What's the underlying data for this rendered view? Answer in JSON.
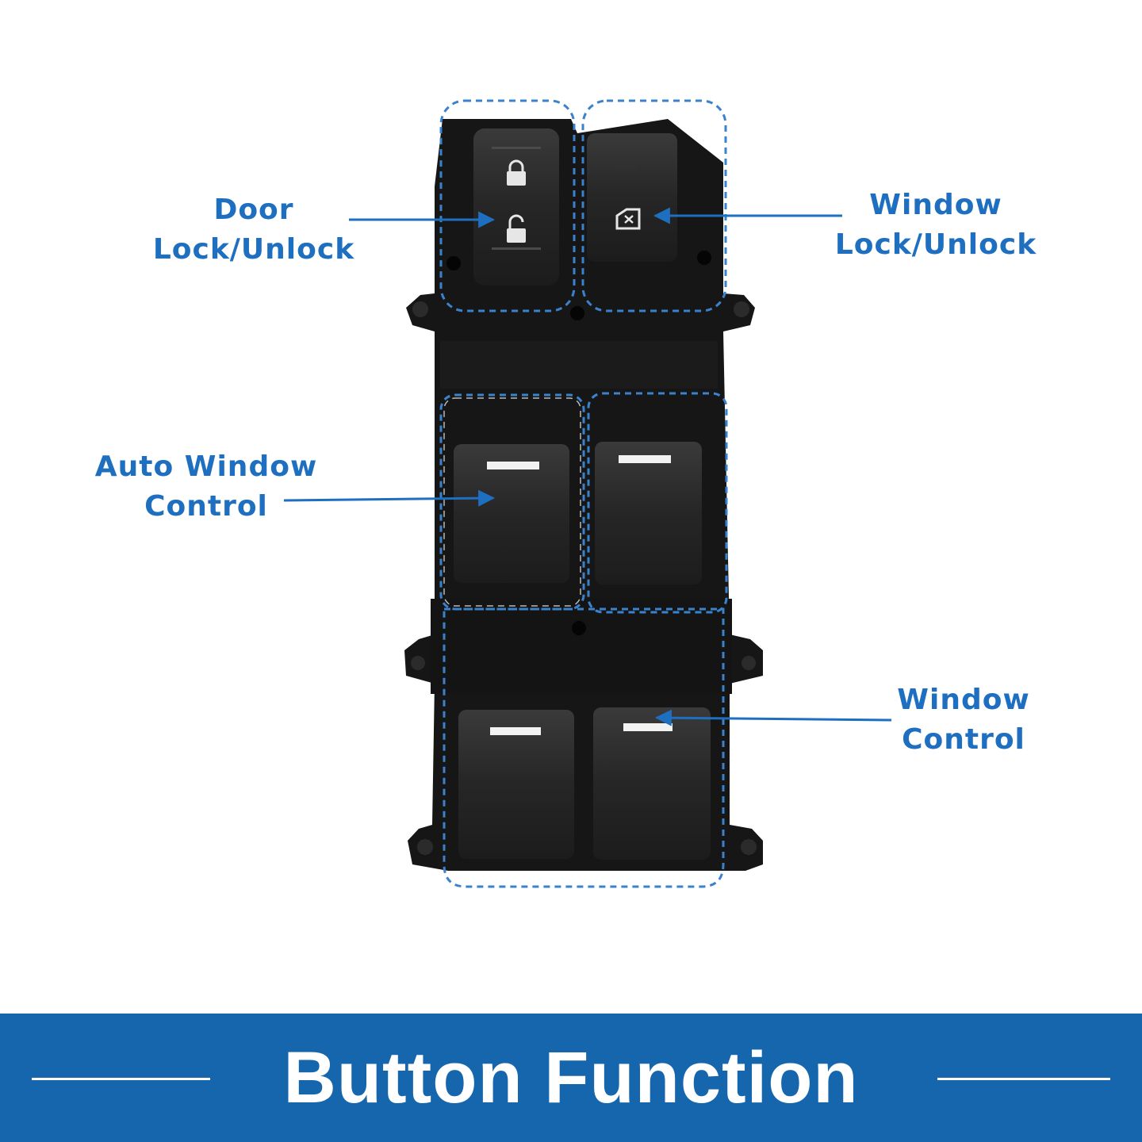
{
  "callouts": {
    "door_lock": {
      "line1": "Door",
      "line2": "Lock/Unlock"
    },
    "window_lock": {
      "line1": "Window",
      "line2": "Lock/Unlock"
    },
    "auto_window": {
      "line1": "Auto Window",
      "line2": "Control"
    },
    "window_control": {
      "line1": "Window",
      "line2": "Control"
    }
  },
  "footer": {
    "title": "Button Function"
  },
  "colors": {
    "accent_blue": "#1e6fc0",
    "banner_blue": "#1666ad",
    "switch_body": "#161616"
  }
}
